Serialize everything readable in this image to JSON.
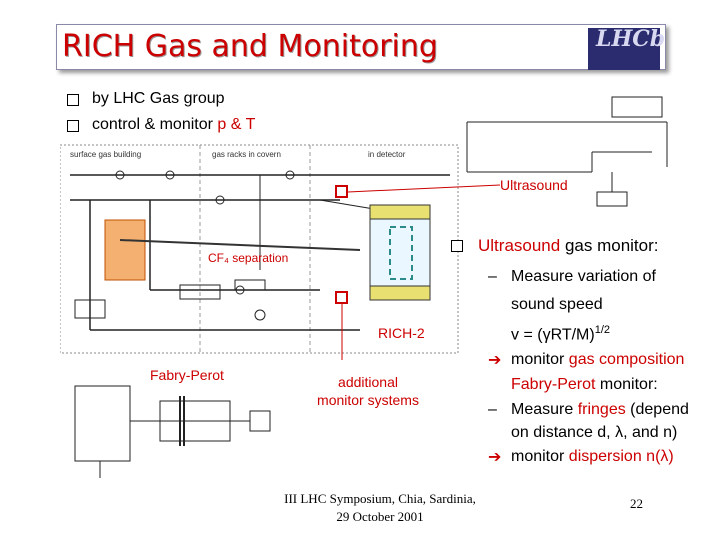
{
  "title": "RICH Gas and Monitoring",
  "logo_text": "LHCb",
  "bullets": [
    "by LHC Gas group",
    "control & monitor ",
    "p & T"
  ],
  "diagram": {
    "sections": [
      "surface gas building",
      "gas racks in covern",
      "in detector"
    ],
    "cf4_separation": "CF₄ separation",
    "ultrasound_label": "Ultrasound",
    "rich2_label": "RICH-2",
    "fabry_perot_label": "Fabry-Perot",
    "additional": [
      "additional",
      "monitor systems"
    ]
  },
  "right": {
    "ultrasound_head": "Ultrasound",
    "ultrasound_tail": " gas monitor:",
    "dash1": "Measure variation of",
    "dash1b": "sound speed",
    "formula_main": "v = (γRT/M)",
    "formula_sup": "1/2",
    "arrow1_pre": "monitor ",
    "arrow1_red": "gas composition",
    "fabry_head": "Fabry-Perot",
    "fabry_tail": " monitor:",
    "dash2_pre": "Measure ",
    "dash2_red": "fringes",
    "dash2_post": " (depend",
    "dash2b": "on distance d, λ, and n)",
    "arrow2_pre": "monitor ",
    "arrow2_red": "dispersion n(λ)"
  },
  "footer": {
    "line1": "III LHC Symposium, Chia, Sardinia,",
    "line2": "29 October 2001",
    "page": "22"
  }
}
